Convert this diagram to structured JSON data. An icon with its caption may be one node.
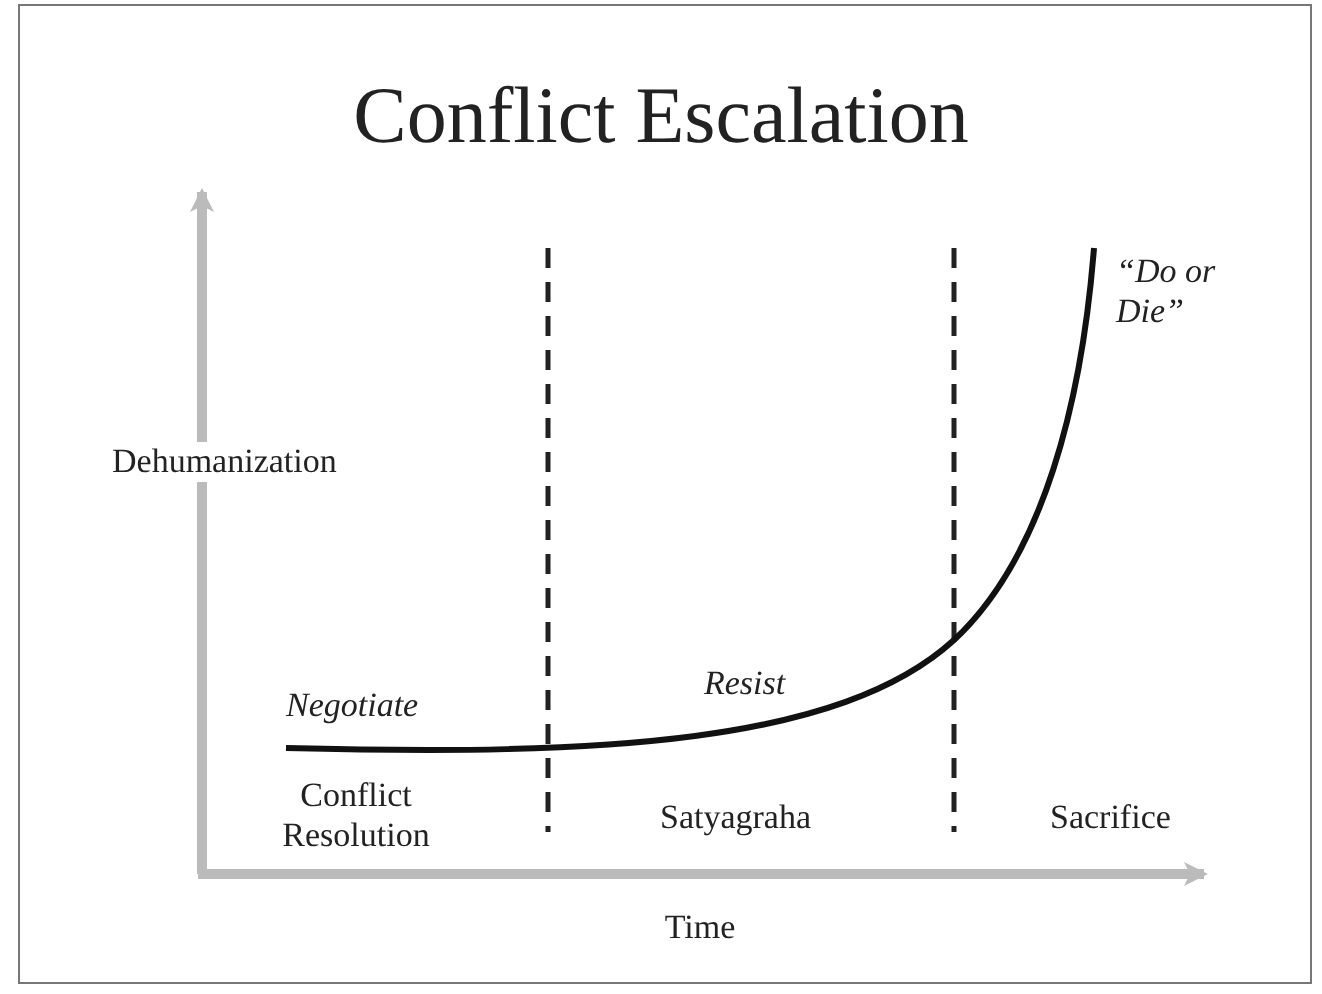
{
  "diagram": {
    "title": "Conflict Escalation",
    "labels": [
      "“Do or Die”",
      "Dehumanization",
      "Resist",
      "Negotiate",
      "Conflict Resolution",
      "Satyagraha",
      "Sacrifice",
      "Time"
    ]
  }
}
